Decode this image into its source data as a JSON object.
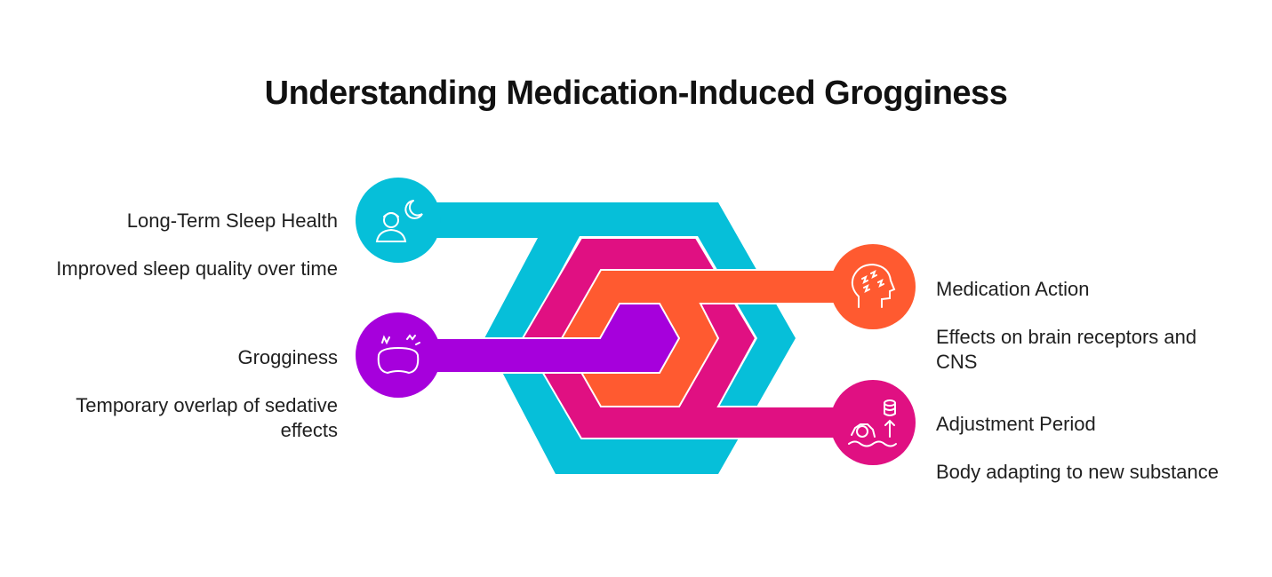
{
  "title": "Understanding Medication-Induced Grogginess",
  "colors": {
    "cyan": "#06BFD9",
    "magenta": "#E01082",
    "orange": "#FF5A30",
    "purple": "#A600DC"
  },
  "items": [
    {
      "heading": "Long-Term Sleep Health",
      "description": "Improved sleep quality over time",
      "icon": "sleeping-person-moon-icon",
      "color": "#06BFD9"
    },
    {
      "heading": "Grogginess",
      "description": "Temporary overlap of sedative effects",
      "icon": "sleep-mask-icon",
      "color": "#A600DC"
    },
    {
      "heading": "Medication Action",
      "description": "Effects on brain receptors and CNS",
      "icon": "brain-head-icon",
      "color": "#FF5A30"
    },
    {
      "heading": "Adjustment Period",
      "description": "Body adapting to new substance",
      "icon": "body-adapting-icon",
      "color": "#E01082"
    }
  ]
}
